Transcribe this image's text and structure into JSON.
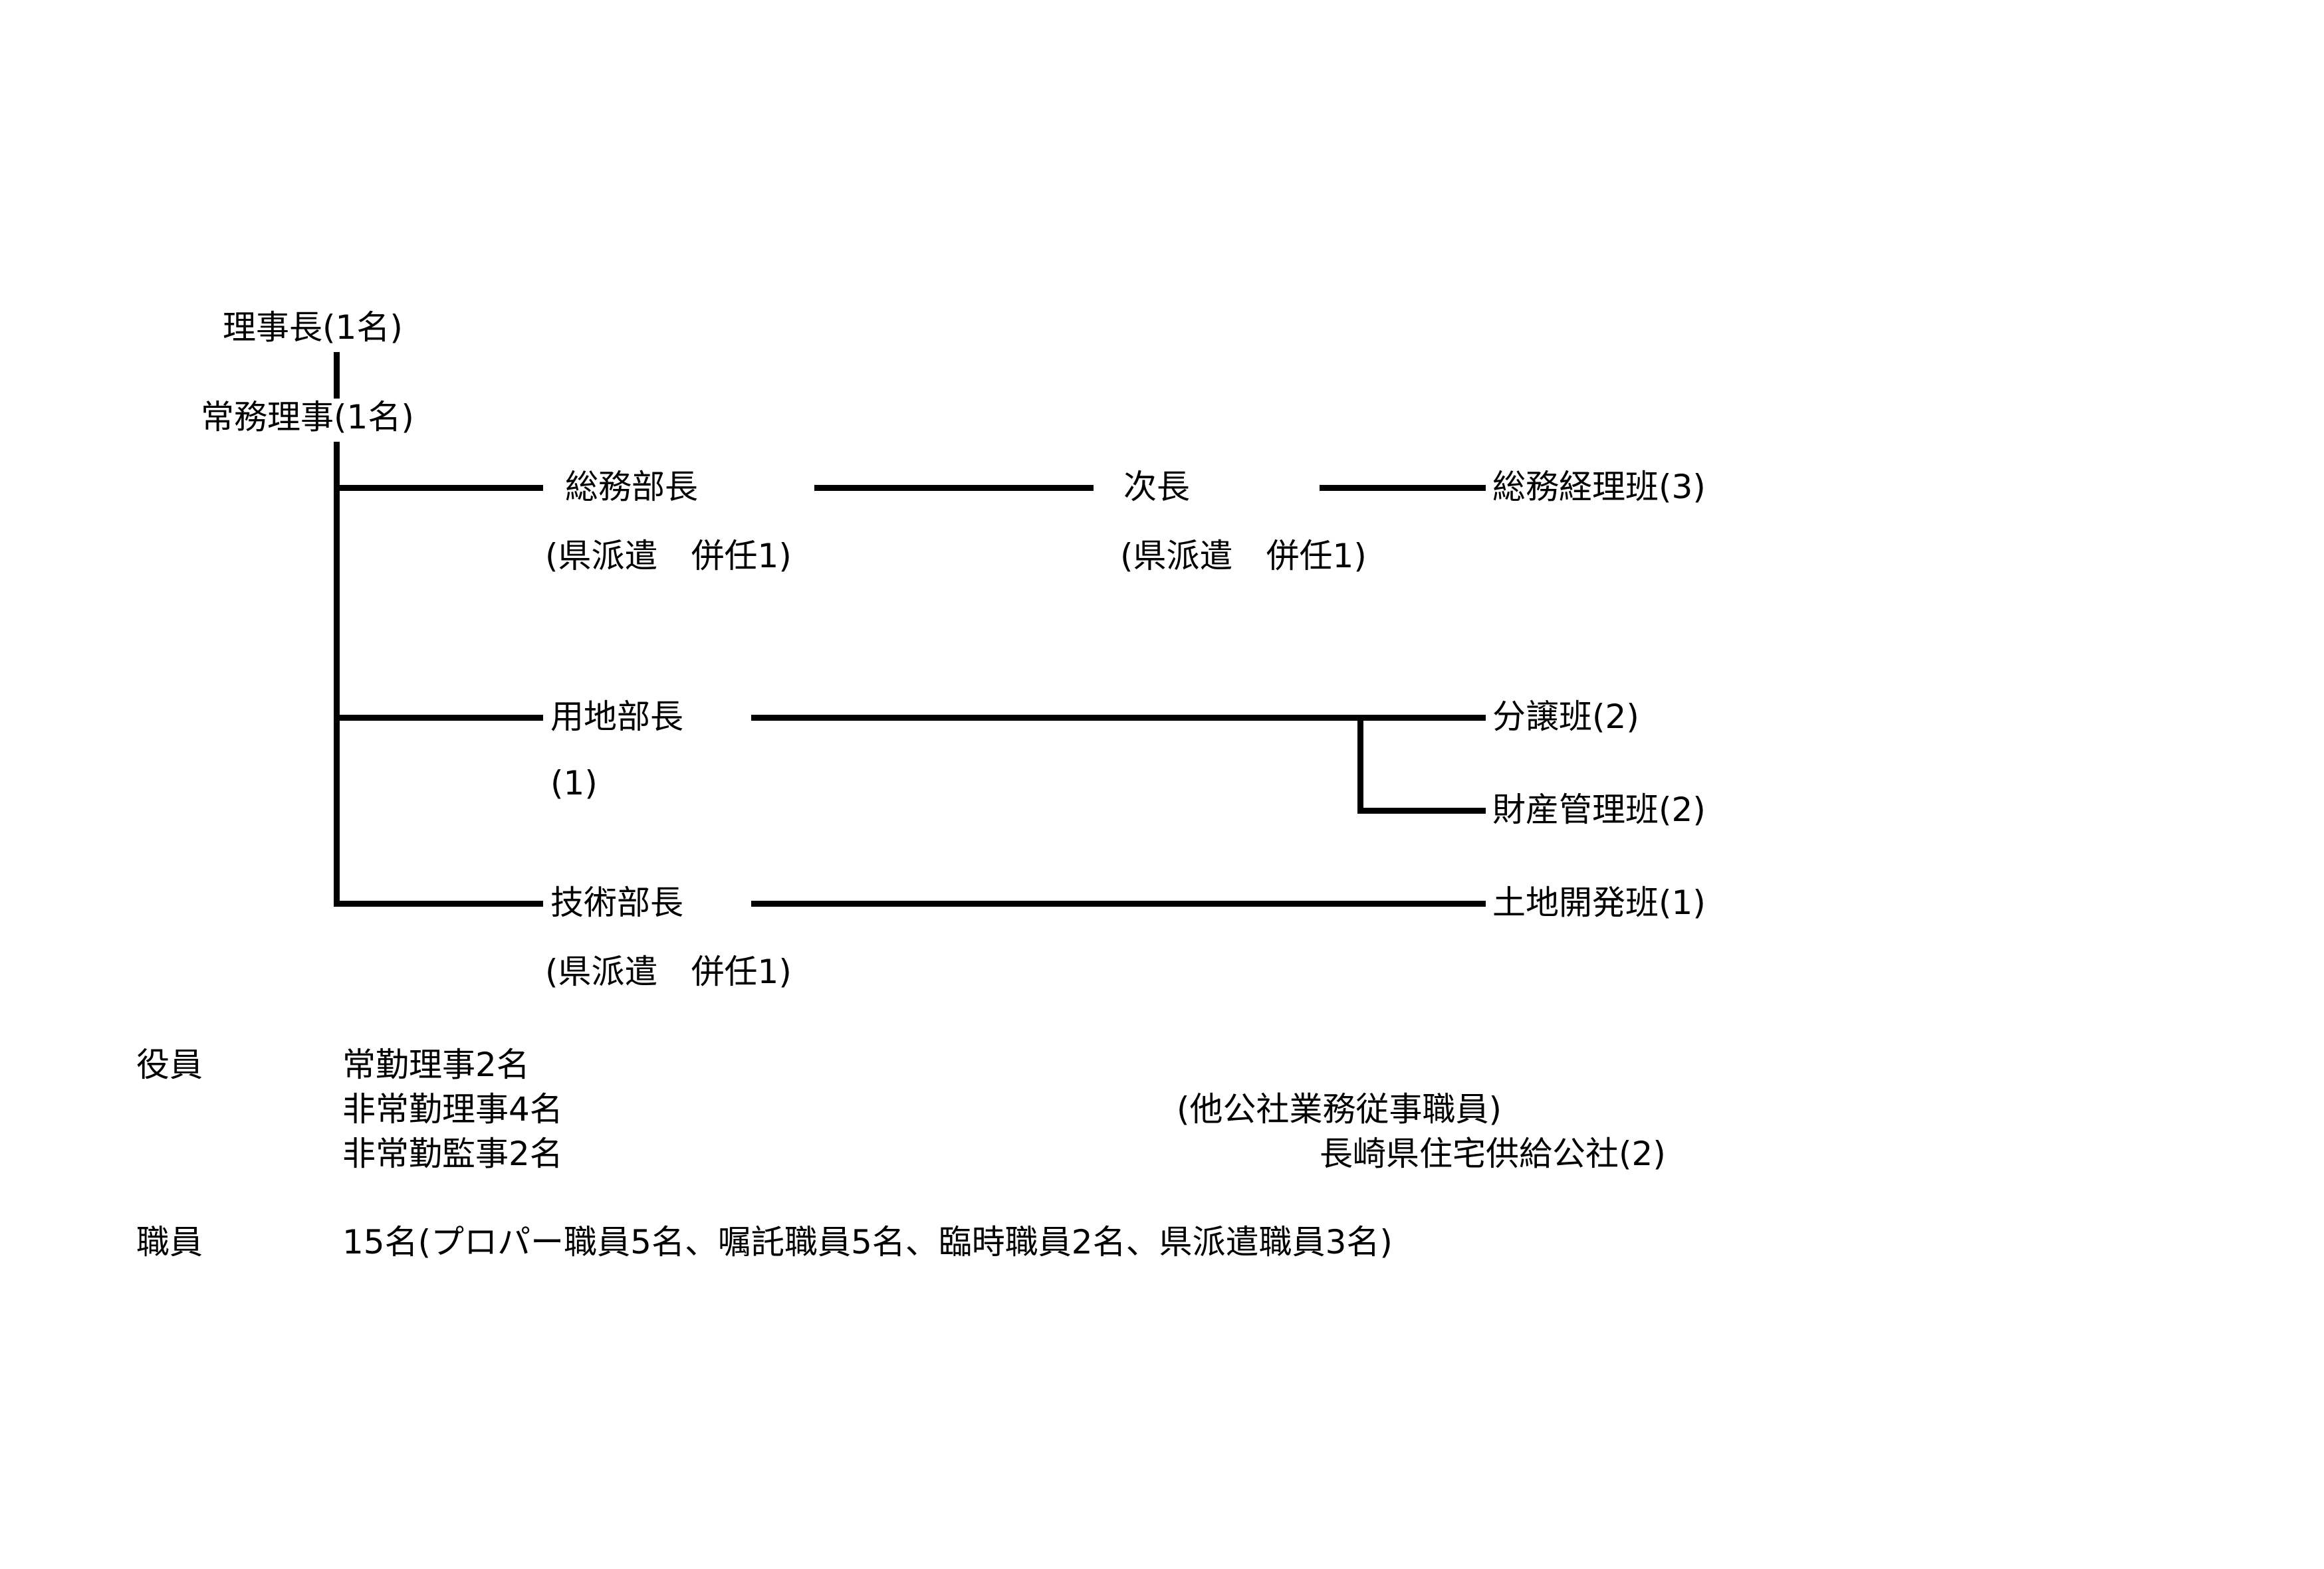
{
  "chart": {
    "chairman": "理事長(1名)",
    "executive_director": "常務理事(1名)",
    "general_affairs_head": {
      "title": "総務部長",
      "note": "(県派遣　併任1)"
    },
    "deputy_head": {
      "title": "次長",
      "note": "(県派遣　併任1)"
    },
    "general_accounting_team": "総務経理班(3)",
    "land_head": {
      "title": "用地部長",
      "note": "(1)"
    },
    "sales_team": "分譲班(2)",
    "property_team": "財産管理班(2)",
    "technical_head": {
      "title": "技術部長",
      "note": "(県派遣　併任1)"
    },
    "land_development_team": "土地開発班(1)"
  },
  "officers": {
    "label": "役員",
    "lines": [
      "常勤理事2名",
      "非常勤理事4名",
      "非常勤監事2名"
    ],
    "other_corp_heading": "(他公社業務従事職員)",
    "other_corp_value": "長崎県住宅供給公社(2)"
  },
  "staff": {
    "label": "職員",
    "value": "15名(プロパー職員5名、嘱託職員5名、臨時職員2名、県派遣職員3名)"
  }
}
